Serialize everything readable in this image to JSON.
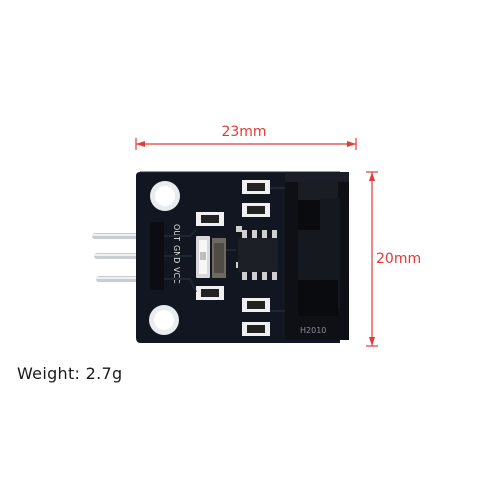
{
  "dimensions": {
    "width_label": "23mm",
    "height_label": "20mm",
    "color": "#e53935"
  },
  "caption": {
    "weight": "Weight: 2.7g"
  },
  "board": {
    "pin_labels": [
      "OUT",
      "GND",
      "VCC"
    ],
    "sensor_marking": "H2010",
    "pcb_color": "#121620",
    "pin_color": "#c9cdd2"
  }
}
